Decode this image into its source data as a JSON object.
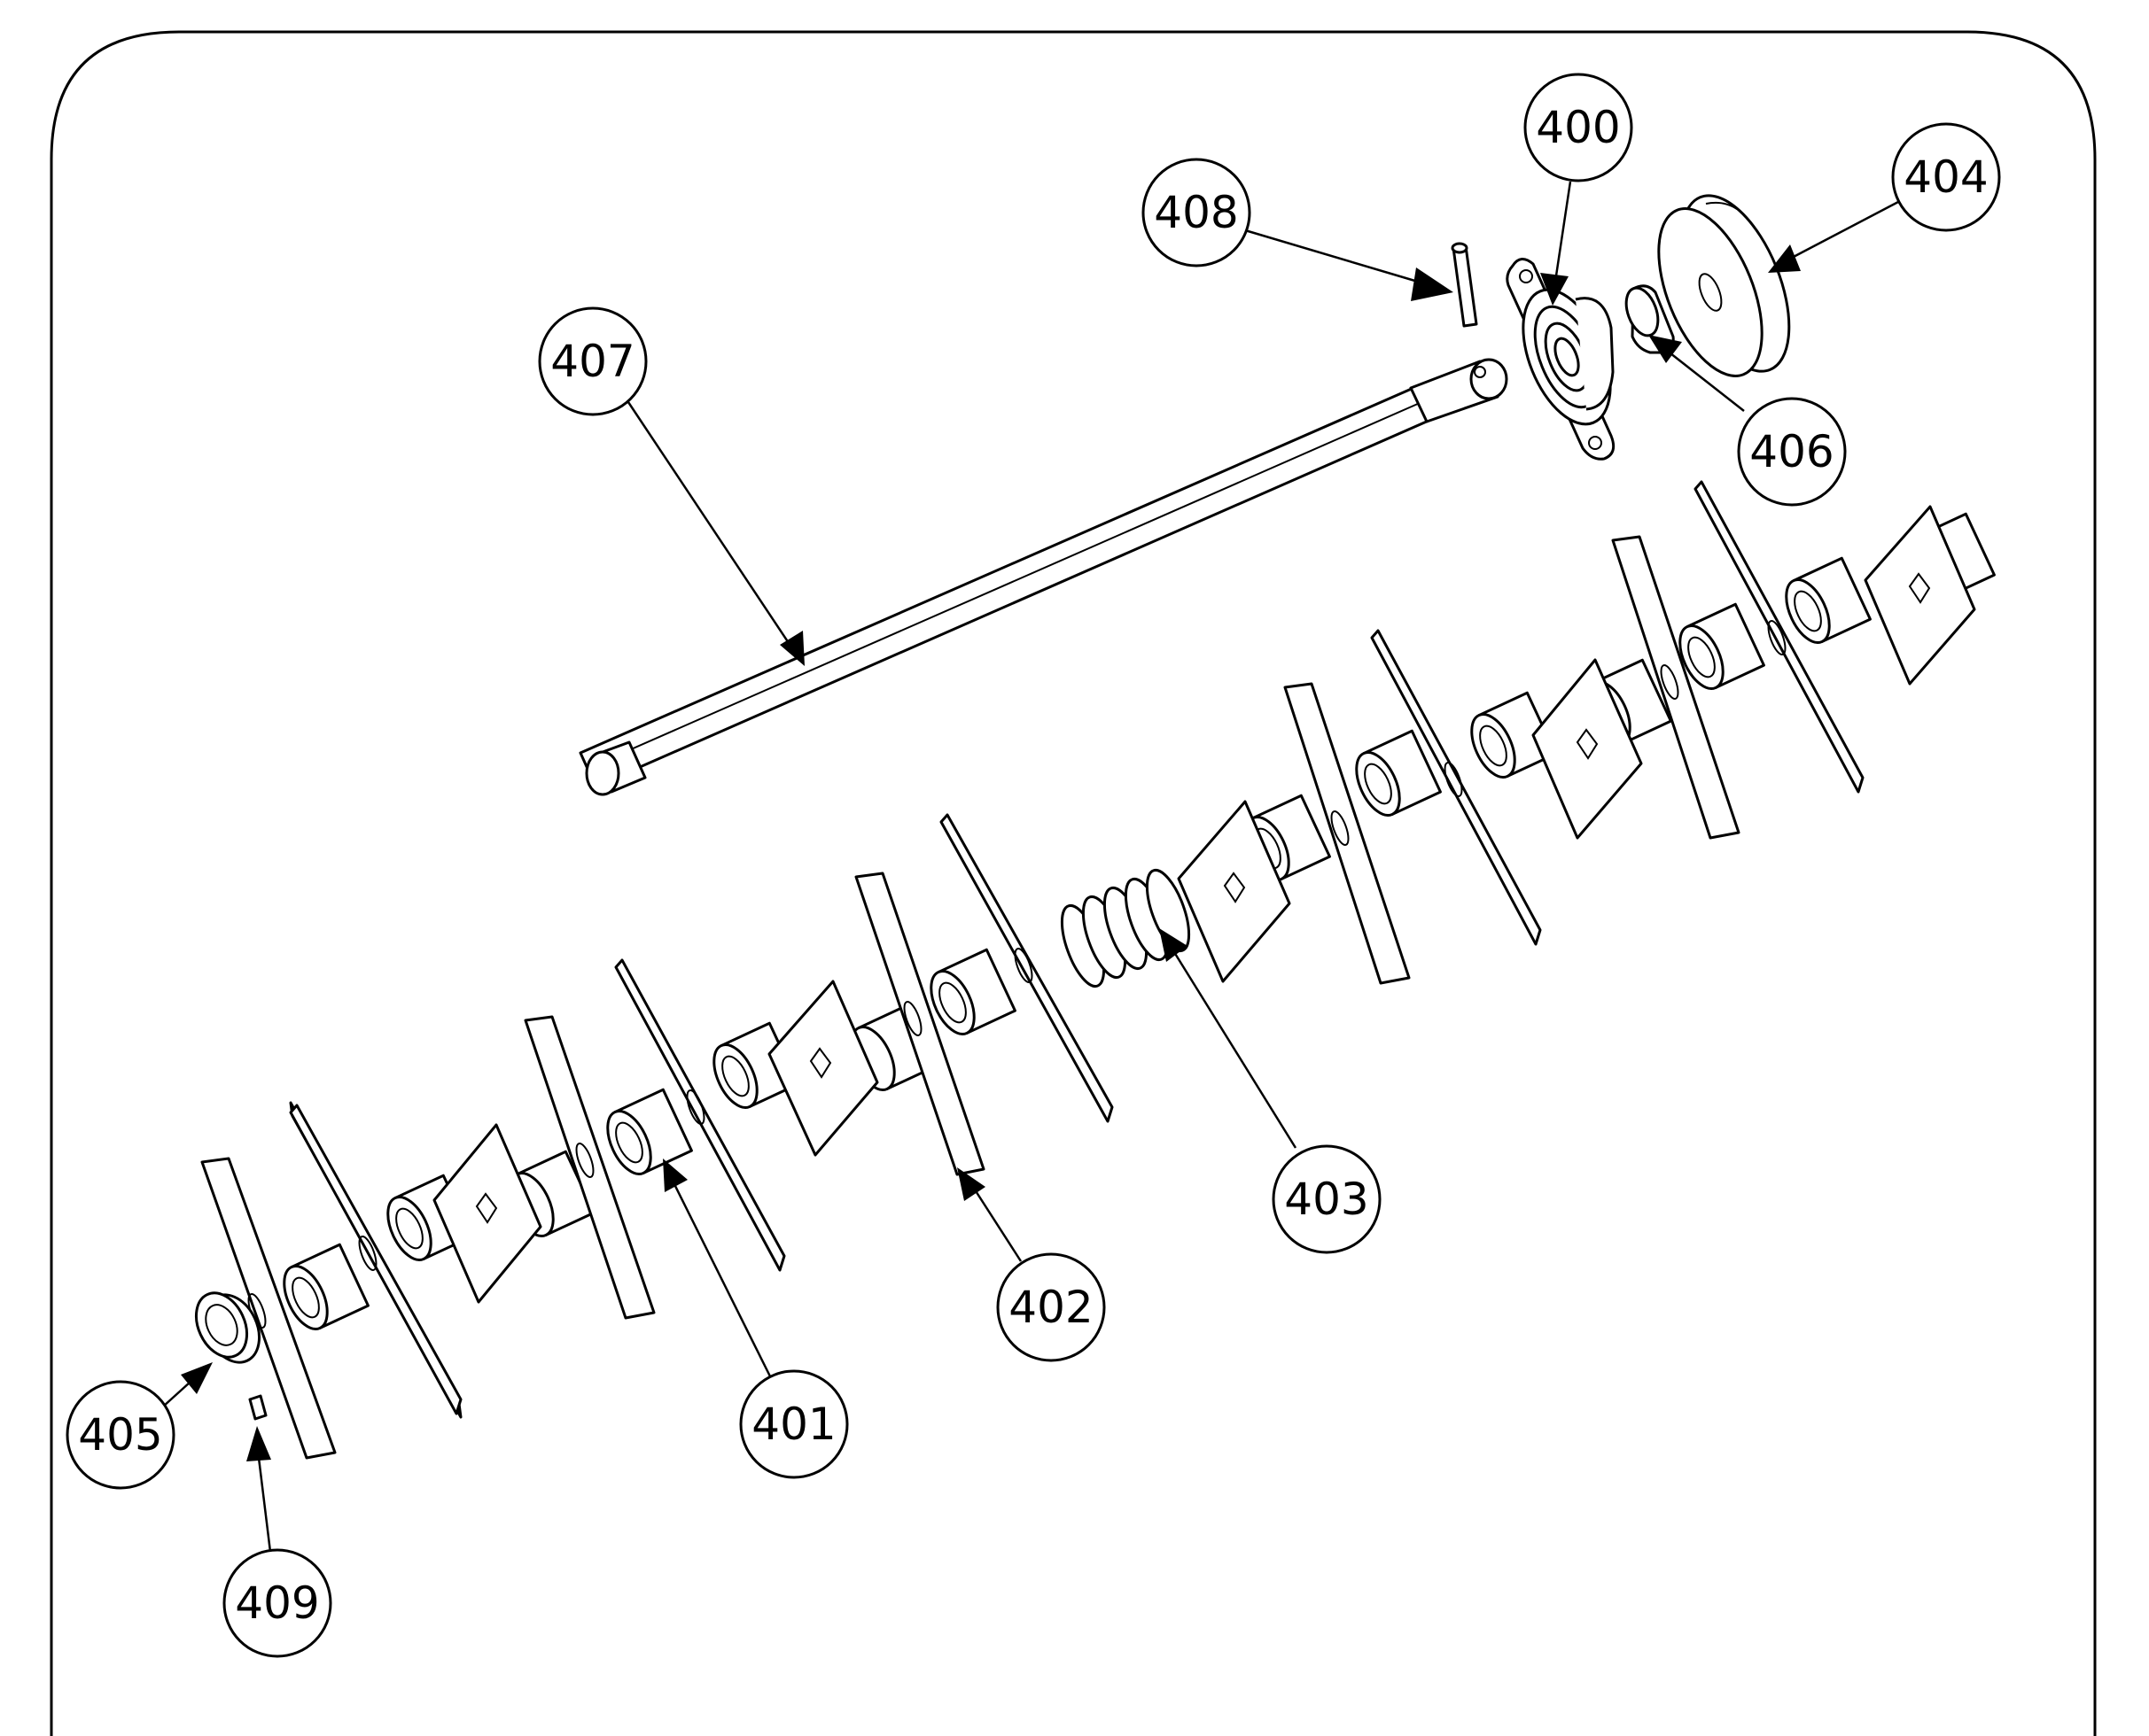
{
  "callouts": [
    {
      "id": "c400",
      "label": "400"
    },
    {
      "id": "c401",
      "label": "401"
    },
    {
      "id": "c402",
      "label": "402"
    },
    {
      "id": "c403",
      "label": "403"
    },
    {
      "id": "c404",
      "label": "404"
    },
    {
      "id": "c405",
      "label": "405"
    },
    {
      "id": "c406",
      "label": "406"
    },
    {
      "id": "c407",
      "label": "407"
    },
    {
      "id": "c408",
      "label": "408"
    },
    {
      "id": "c409",
      "label": "409"
    }
  ]
}
